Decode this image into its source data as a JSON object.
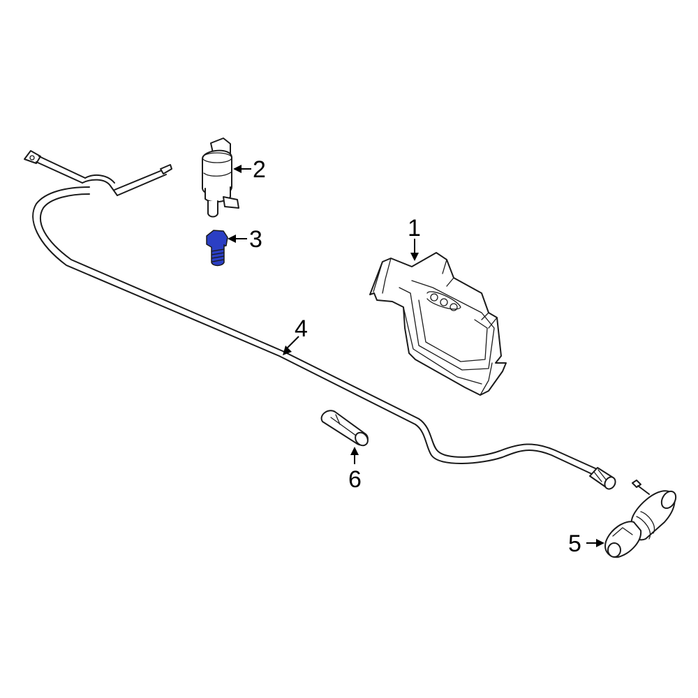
{
  "highlight_color": "#2b3fc4",
  "line_color": "#1a1a1a",
  "callouts": [
    {
      "id": "1",
      "label": "1"
    },
    {
      "id": "2",
      "label": "2"
    },
    {
      "id": "3",
      "label": "3",
      "highlighted": true
    },
    {
      "id": "4",
      "label": "4"
    },
    {
      "id": "5",
      "label": "5"
    },
    {
      "id": "6",
      "label": "6"
    }
  ]
}
